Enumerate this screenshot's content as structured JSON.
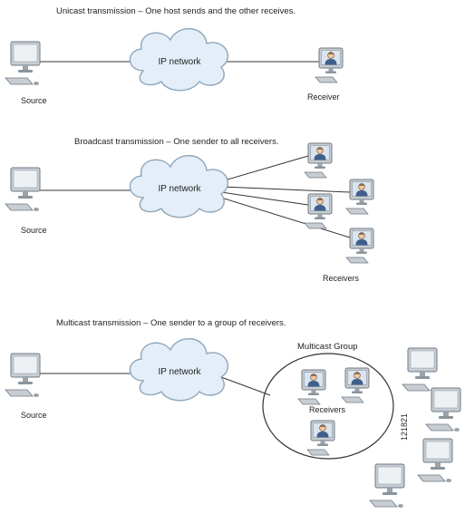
{
  "diagrams": {
    "unicast": {
      "title": "Unicast transmission – One host sends and the other receives.",
      "source_label": "Source",
      "network_label": "IP network",
      "receiver_label": "Receiver"
    },
    "broadcast": {
      "title": "Broadcast transmission – One sender to all receivers.",
      "source_label": "Source",
      "network_label": "IP network",
      "receivers_label": "Receivers"
    },
    "multicast": {
      "title": "Multicast transmission – One sender to a group of receivers.",
      "source_label": "Source",
      "network_label": "IP network",
      "group_label": "Multicast Group",
      "receivers_label": "Receivers",
      "figure_id": "121821"
    }
  },
  "colors": {
    "cloud_fill": "#e3eef8",
    "cloud_stroke": "#8ea6bb",
    "monitor_bezel": "#c7cdd2",
    "monitor_screen": "#eef1f4",
    "receiver_screen": "#d9e4ee",
    "line": "#333333"
  },
  "icons": [
    "desktop-computer-icon",
    "cloud-icon",
    "user-avatar-icon"
  ]
}
